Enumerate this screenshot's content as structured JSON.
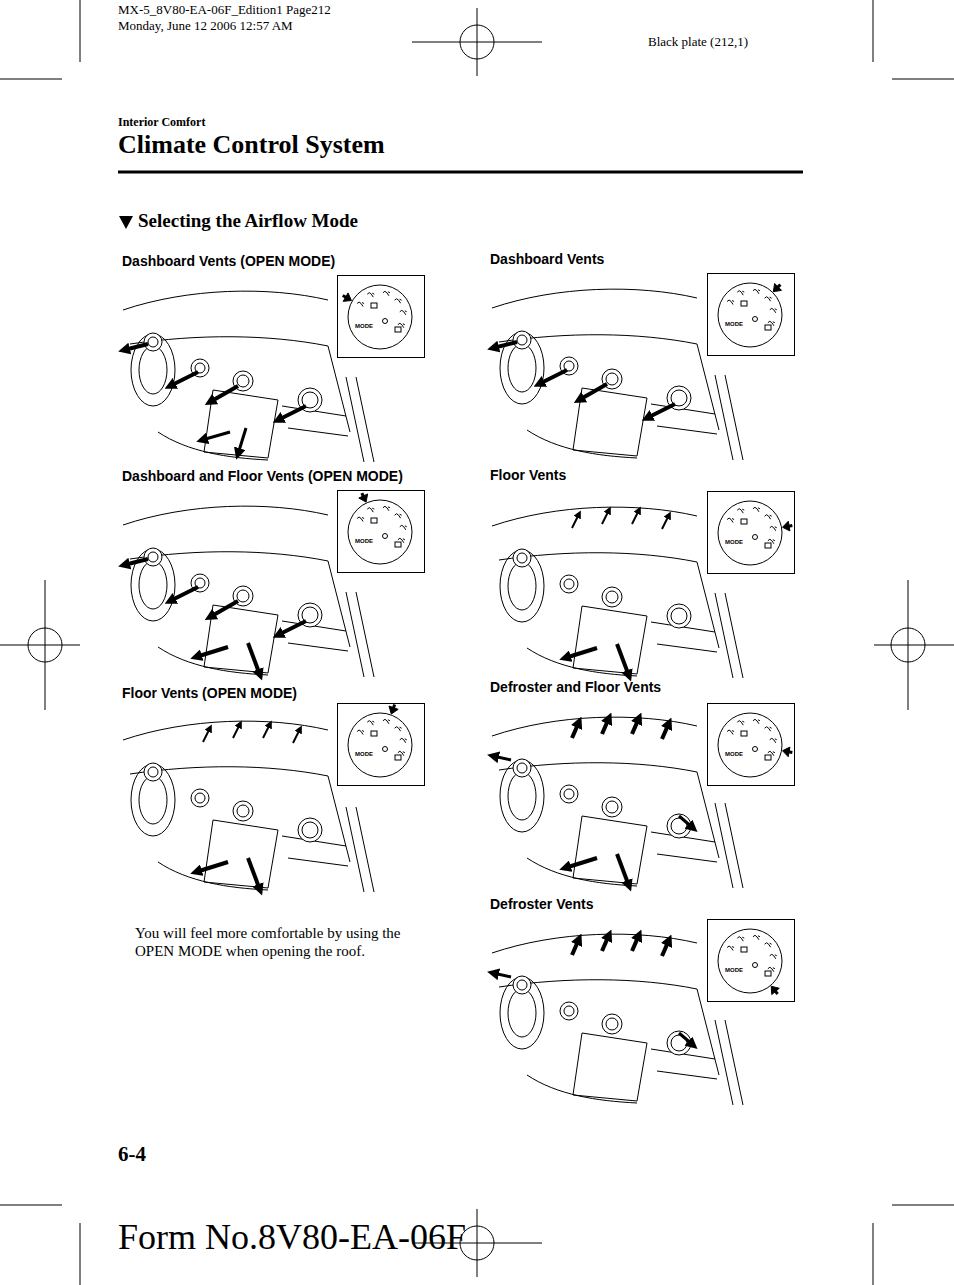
{
  "diagram": {
    "title": "Climate Control System",
    "nodes": [
      {
        "text": [
          "MODE"
        ]
      },
      {
        "text": [
          "MODE"
        ]
      },
      {
        "text": [
          "MODE"
        ]
      },
      {
        "text": [
          "MODE"
        ]
      },
      {
        "text": [
          "MODE"
        ]
      },
      {
        "text": [
          "MODE"
        ]
      },
      {
        "text": [
          "MODE"
        ]
      }
    ],
    "labels": [
      "MX-5_8V80-EA-06F_Edition1 Page212",
      "Monday, June 12 2006 12:57 AM",
      "Black plate (212,1)",
      "Interior Comfort",
      "Selecting the Airflow Mode",
      "Dashboard Vents (OPEN MODE)",
      "Dashboard Vents",
      "Dashboard and Floor Vents (OPEN MODE)",
      "Floor Vents",
      "Floor Vents (OPEN MODE)",
      "Defroster and Floor Vents",
      "Defroster Vents",
      "You will feel more comfortable by using the OPEN MODE when opening the roof.",
      "6-4",
      "Form No.8V80-EA-06F"
    ]
  }
}
